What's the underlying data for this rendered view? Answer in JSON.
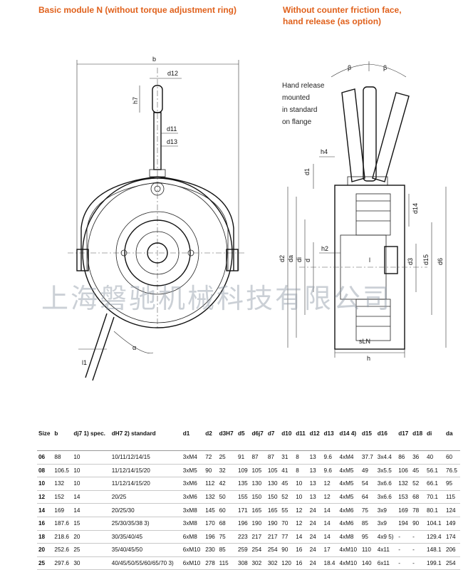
{
  "headings": {
    "left": "Basic module N (without torque adjustment ring)",
    "right_line1": "Without counter friction face,",
    "right_line2": "hand release (as option)"
  },
  "note": {
    "line1": "Hand release",
    "line2": "mounted",
    "line3": "in standard",
    "line4": "on flange"
  },
  "watermark": "上海磐驰机械科技有限公司",
  "left_labels": {
    "b": "b",
    "d12": "d12",
    "h7": "h7",
    "d11": "d11",
    "d13": "d13",
    "l1": "l1",
    "alpha": "α"
  },
  "right_labels": {
    "beta1": "β",
    "beta2": "β",
    "h4": "h4",
    "d1": "d1",
    "d14": "d14",
    "h2": "h2",
    "d2": "d2",
    "da": "da",
    "di": "di",
    "d": "d",
    "l": "l",
    "d3": "d3",
    "d15": "d15",
    "d6": "d6",
    "sLN": "sLN",
    "h": "h"
  },
  "table": {
    "headers": [
      "Size",
      "b",
      "dj7 1) spec.",
      "dH7 2) standard",
      "d1",
      "d2",
      "d3H7",
      "d5",
      "d6j7",
      "d7",
      "d10",
      "d11",
      "d12",
      "d13",
      "d14 4)",
      "d15",
      "d16",
      "d17",
      "d18",
      "di",
      "da"
    ],
    "rows": [
      [
        "06",
        "88",
        "10",
        "10/11/12/14/15",
        "3xM4",
        "72",
        "25",
        "91",
        "87",
        "87",
        "31",
        "8",
        "13",
        "9.6",
        "4xM4",
        "37.7",
        "3x4.4",
        "86",
        "36",
        "40",
        "60"
      ],
      [
        "08",
        "106.5",
        "10",
        "11/12/14/15/20",
        "3xM5",
        "90",
        "32",
        "109",
        "105",
        "105",
        "41",
        "8",
        "13",
        "9.6",
        "4xM5",
        "49",
        "3x5.5",
        "106",
        "45",
        "56.1",
        "76.5"
      ],
      [
        "10",
        "132",
        "10",
        "11/12/14/15/20",
        "3xM6",
        "112",
        "42",
        "135",
        "130",
        "130",
        "45",
        "10",
        "13",
        "12",
        "4xM5",
        "54",
        "3x6.6",
        "132",
        "52",
        "66.1",
        "95"
      ],
      [
        "12",
        "152",
        "14",
        "20/25",
        "3xM6",
        "132",
        "50",
        "155",
        "150",
        "150",
        "52",
        "10",
        "13",
        "12",
        "4xM5",
        "64",
        "3x6.6",
        "153",
        "68",
        "70.1",
        "115"
      ],
      [
        "14",
        "169",
        "14",
        "20/25/30",
        "3xM8",
        "145",
        "60",
        "171",
        "165",
        "165",
        "55",
        "12",
        "24",
        "14",
        "4xM6",
        "75",
        "3x9",
        "169",
        "78",
        "80.1",
        "124"
      ],
      [
        "16",
        "187.6",
        "15",
        "25/30/35/38 3)",
        "3xM8",
        "170",
        "68",
        "196",
        "190",
        "190",
        "70",
        "12",
        "24",
        "14",
        "4xM6",
        "85",
        "3x9",
        "194",
        "90",
        "104.1",
        "149"
      ],
      [
        "18",
        "218.6",
        "20",
        "30/35/40/45",
        "6xM8",
        "196",
        "75",
        "223",
        "217",
        "217",
        "77",
        "14",
        "24",
        "14",
        "4xM8",
        "95",
        "4x9 5)",
        "-",
        "-",
        "129.4",
        "174"
      ],
      [
        "20",
        "252.6",
        "25",
        "35/40/45/50",
        "6xM10",
        "230",
        "85",
        "259",
        "254",
        "254",
        "90",
        "16",
        "24",
        "17",
        "4xM10",
        "110",
        "4x11",
        "-",
        "-",
        "148.1",
        "206"
      ],
      [
        "25",
        "297.6",
        "30",
        "40/45/50/55/60/65/70 3)",
        "6xM10",
        "278",
        "115",
        "308",
        "302",
        "302",
        "120",
        "16",
        "24",
        "18.4",
        "4xM10",
        "140",
        "6x11",
        "-",
        "-",
        "199.1",
        "254"
      ]
    ]
  }
}
